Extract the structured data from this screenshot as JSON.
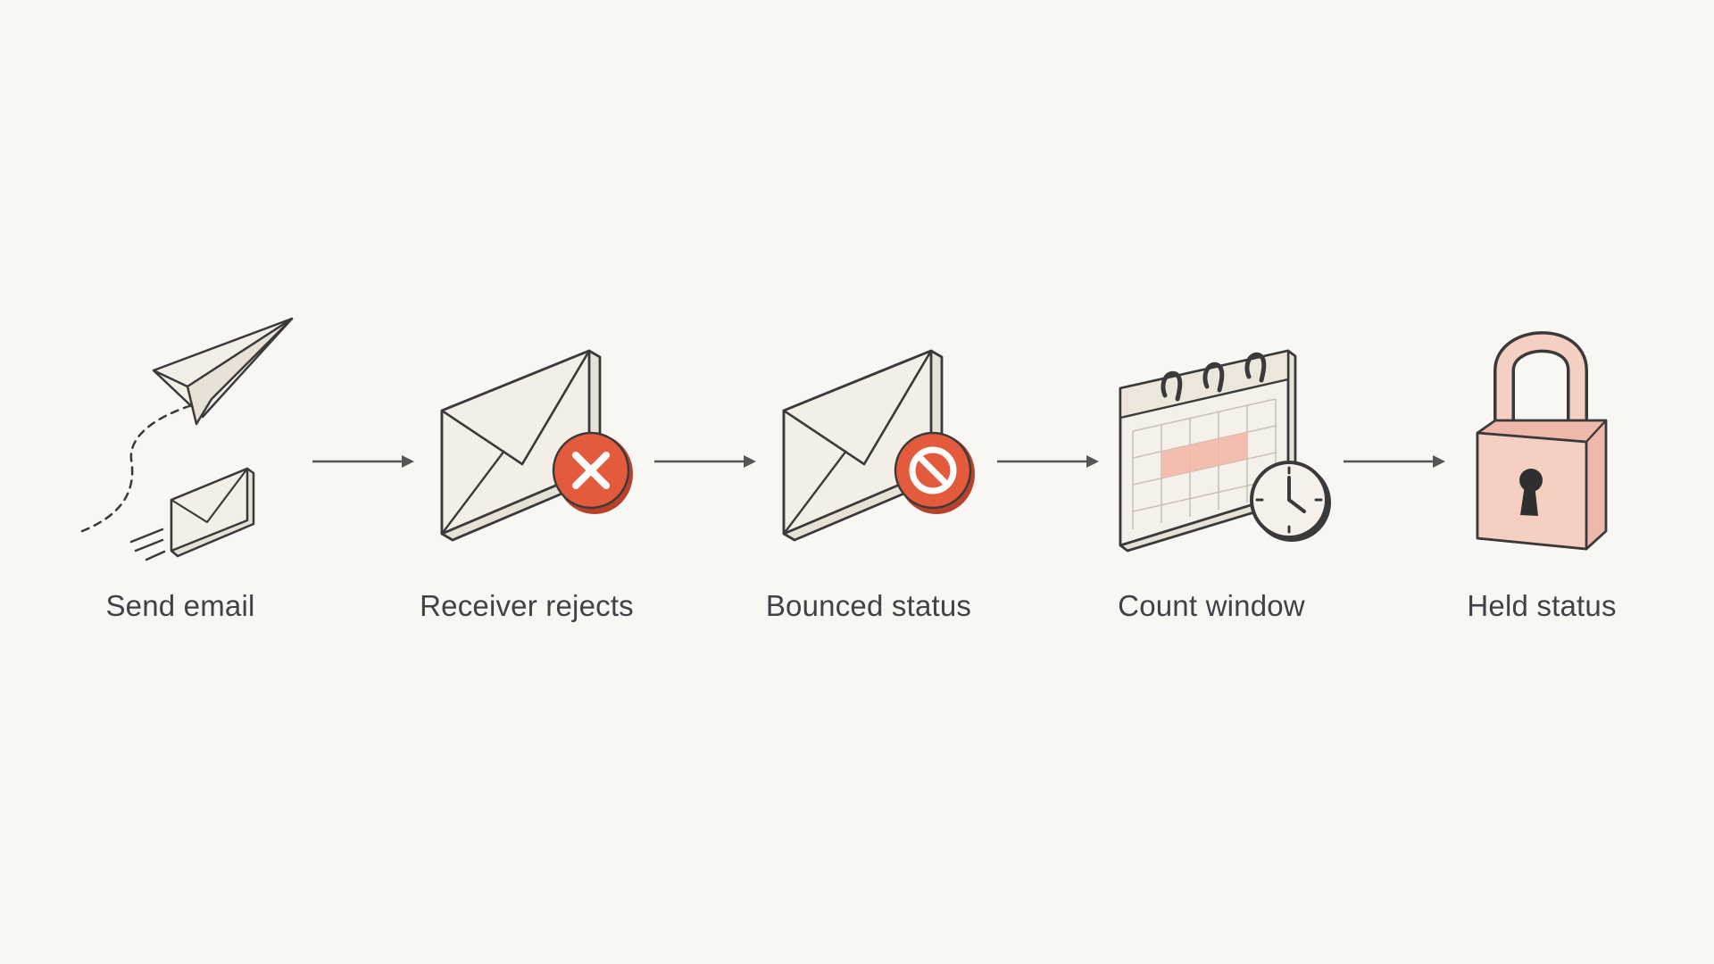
{
  "colors": {
    "background": "#f9f7f4",
    "stroke": "#3a3a3a",
    "envelope_fill": "#f3efe7",
    "reject_red": "#e45a3c",
    "calendar_highlight": "#f3b8a8",
    "lock_fill": "#f6cfc3"
  },
  "steps": [
    {
      "label": "Send email",
      "icon": "paper-plane-envelope-icon"
    },
    {
      "label": "Receiver rejects",
      "icon": "envelope-x-icon"
    },
    {
      "label": "Bounced status",
      "icon": "envelope-blocked-icon"
    },
    {
      "label": "Count window",
      "icon": "calendar-clock-icon"
    },
    {
      "label": "Held status",
      "icon": "padlock-icon"
    }
  ],
  "connectors": [
    "arrow-right-icon",
    "arrow-right-icon",
    "arrow-right-icon",
    "arrow-right-icon"
  ]
}
